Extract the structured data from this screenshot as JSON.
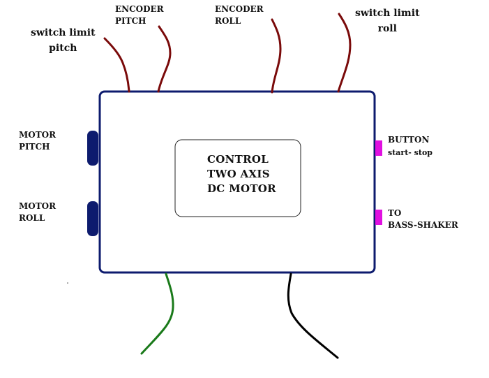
{
  "diagram": {
    "box_label": "CONTROL\nTWO AXIS\nDC MOTOR",
    "labels": {
      "switch_limit_pitch": "switch limit\npitch",
      "encoder_pitch": "ENCODER\nPITCH",
      "encoder_roll": "ENCODER\nROLL",
      "switch_limit_roll": "switch limit\nroll",
      "motor_pitch": "MOTOR\nPITCH",
      "motor_roll": "MOTOR\nROLL",
      "button_title": "BUTTON",
      "button_sub": "start- stop",
      "to_bass_shaker": "TO\nBASS-SHAKER"
    },
    "colors": {
      "box_outline": "#0d1b6e",
      "motor_connector": "#0d1b6e",
      "top_wires": "#7a0a0a",
      "bottom_left_wire": "#1a7a1a",
      "bottom_right_wire": "#000000",
      "side_ports": "#e010e0"
    }
  }
}
